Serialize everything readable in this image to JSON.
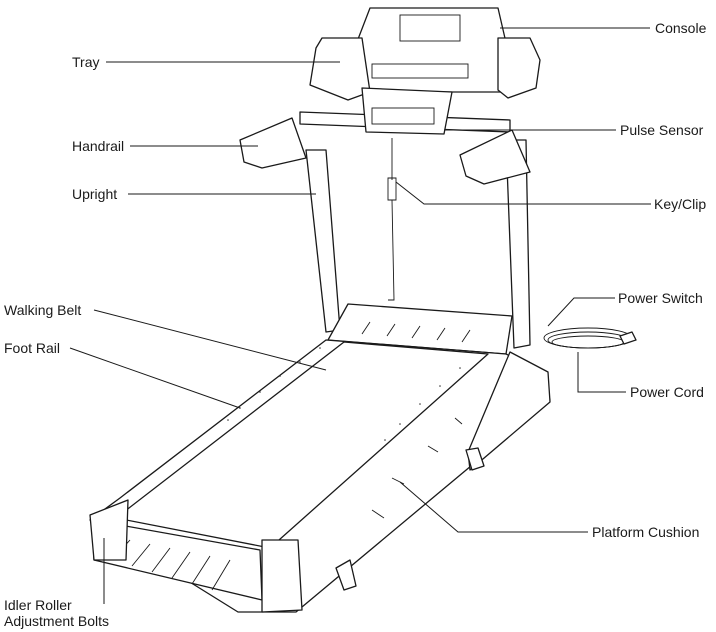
{
  "labels": {
    "console": "Console",
    "tray": "Tray",
    "handrail": "Handrail",
    "pulse_sensor": "Pulse Sensor",
    "upright": "Upright",
    "key_clip": "Key/Clip",
    "power_switch": "Power Switch",
    "walking_belt": "Walking Belt",
    "foot_rail": "Foot Rail",
    "power_cord": "Power Cord",
    "platform_cushion": "Platform Cushion",
    "idler_roller_line1": "Idler Roller",
    "idler_roller_line2": "Adjustment Bolts"
  }
}
